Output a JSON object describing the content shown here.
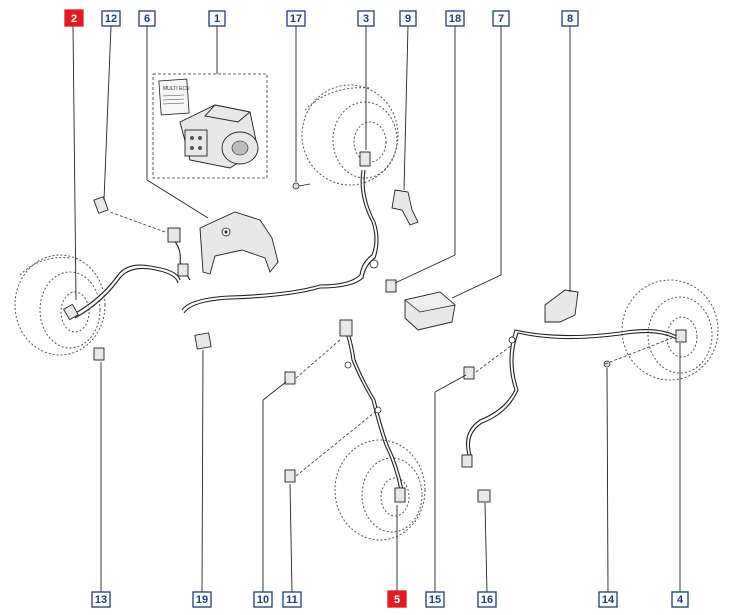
{
  "labels": {
    "n1": "1",
    "n2": "2",
    "n3": "3",
    "n4": "4",
    "n5": "5",
    "n6": "6",
    "n7": "7",
    "n8": "8",
    "n9": "9",
    "n10": "10",
    "n11": "11",
    "n12": "12",
    "n13": "13",
    "n14": "14",
    "n15": "15",
    "n16": "16",
    "n17": "17",
    "n18": "18",
    "n19": "19"
  },
  "highlighted_labels": [
    "2",
    "5"
  ],
  "colors": {
    "label_border": "#1a3d80",
    "highlight": "#e01b24",
    "line": "#222222"
  },
  "abs_unit_card_text": "MULTI ECU"
}
